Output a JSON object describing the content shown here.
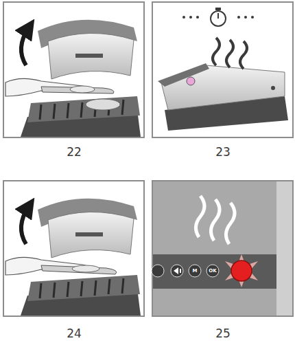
{
  "diagram": {
    "labels": [
      "22",
      "23",
      "24",
      "25",
      "M",
      "OK"
    ]
  }
}
